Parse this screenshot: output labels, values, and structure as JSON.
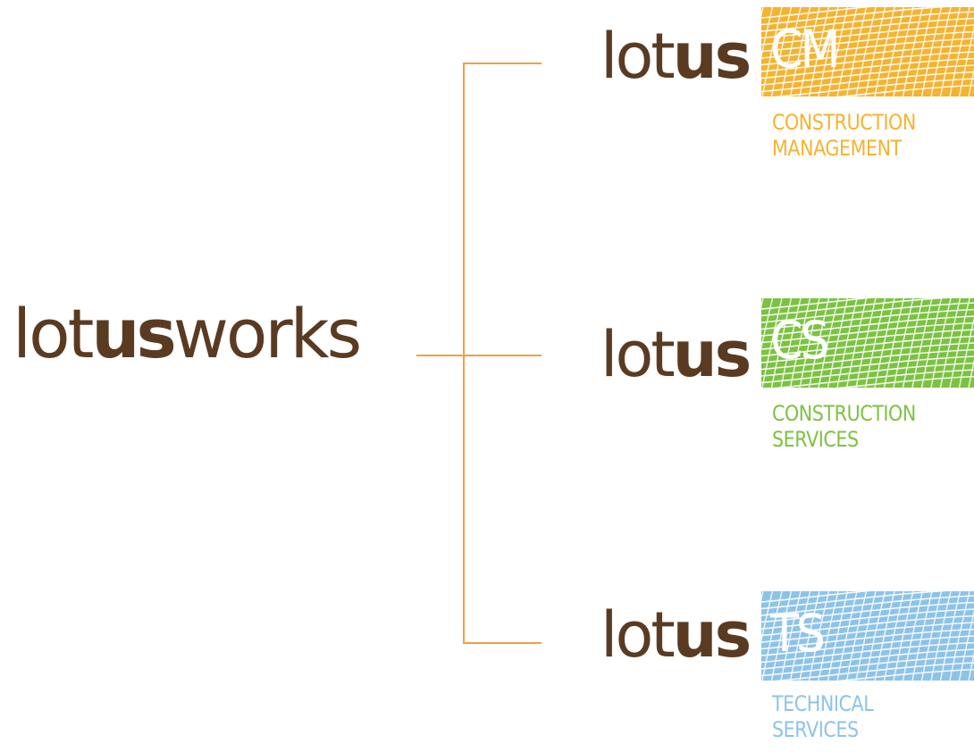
{
  "parent": {
    "prefix": "lot",
    "bold": "us",
    "suffix": "works",
    "color": "#5a3b22"
  },
  "line_color": "#f0a143",
  "divisions": [
    {
      "prefix": "lot",
      "bold": "us",
      "abbr": "CM",
      "caption_line1": "CONSTRUCTION",
      "caption_line2": "MANAGEMENT",
      "color": "#f4b330"
    },
    {
      "prefix": "lot",
      "bold": "us",
      "abbr": "CS",
      "caption_line1": "CONSTRUCTION",
      "caption_line2": "SERVICES",
      "color": "#7cc242"
    },
    {
      "prefix": "lot",
      "bold": "us",
      "abbr": "TS",
      "caption_line1": "TECHNICAL",
      "caption_line2": "SERVICES",
      "color": "#8ec3e8"
    }
  ]
}
